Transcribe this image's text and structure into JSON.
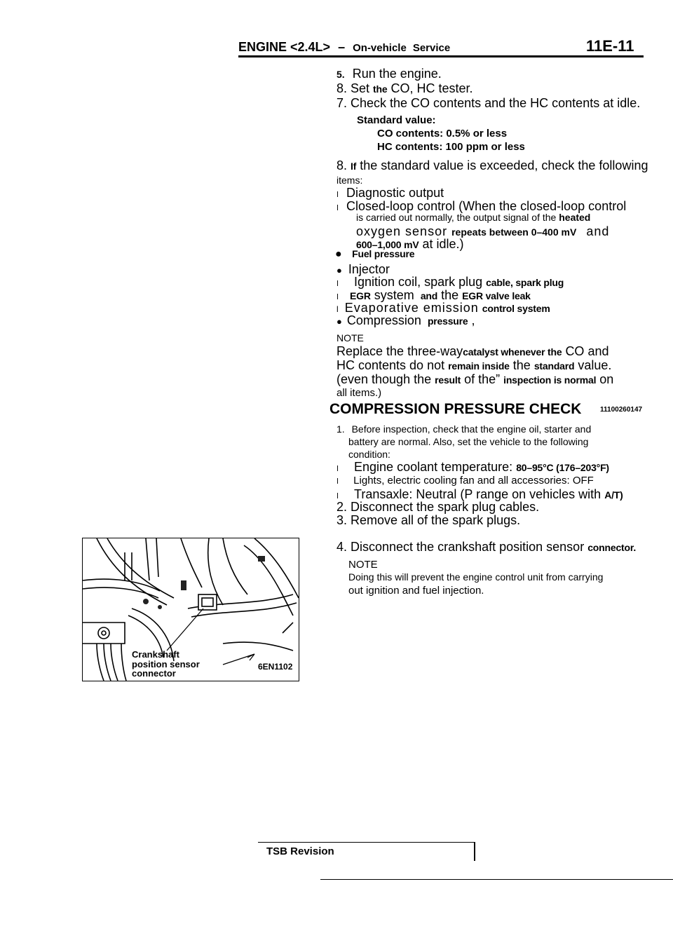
{
  "header": {
    "title_left": "ENGINE <2.4L>",
    "dash": "–",
    "title_mid": "On-vehicle",
    "title_bold": "Service",
    "page_number": "11E-11"
  },
  "steps_top": {
    "s5_num": "5.",
    "s5_text": "Run the engine.",
    "s6_pre": "8. Set",
    "s6_the": "the",
    "s6_post": "CO, HC tester.",
    "s7": "7. Check the CO contents and the HC contents at idle.",
    "std_label": "Standard value:",
    "std_co": "CO contents: 0.5% or less",
    "std_hc": "HC contents: 100 ppm or less",
    "s8_num": "8.",
    "s8_if": "If",
    "s8_text": "the standard value is exceeded, check the following",
    "s8_items": "items:"
  },
  "check_items": {
    "i1": "Diagnostic output",
    "i2": "Closed-loop control (When the closed-loop control",
    "i2b_pre": "is carried out normally, the output signal of the",
    "i2b_bold": "heated",
    "i2c_pre": "oxygen sensor",
    "i2c_bold": "repeats between 0–400 mV",
    "i2c_post": "and",
    "i2d_bold": "600–1,000 mV",
    "i2d_post": "at idle.)",
    "i3": "Fuel pressure",
    "i4": "Injector",
    "i5_pre": "Ignition coil, spark plug",
    "i5_bold": "cable, spark plug",
    "i6_egr": "EGR",
    "i6_mid": "system",
    "i6_and": "and",
    "i6_the": "the",
    "i6_bold": "EGR valve leak",
    "i7_pre": "Evaporative emission",
    "i7_bold": "control system",
    "i8_pre": "Compression",
    "i8_bold": "pressure",
    "i8_post": ","
  },
  "note1": {
    "label": "NOTE",
    "l1_pre": "Replace the three-way",
    "l1_bold": "catalyst whenever the",
    "l1_post": "CO and",
    "l2_pre": "HC contents do not",
    "l2_bold1": "remain inside",
    "l2_mid": "the",
    "l2_bold2": "standard",
    "l2_post": "value.",
    "l3_pre": "(even though the",
    "l3_bold1": "result",
    "l3_mid": "of the”",
    "l3_bold2": "inspection is normal",
    "l3_post": "on",
    "l4": "all items.)"
  },
  "compression": {
    "heading_bold": "COMPRESSION",
    "heading_rest": "PRESSURE CHECK",
    "code": "11100260147",
    "p1_num": "1.",
    "p1_l1": "Before inspection, check that the engine oil, starter and",
    "p1_l2": "battery are normal. Also, set the vehicle to the following",
    "p1_l3": "condition:",
    "c1_pre": "Engine coolant temperature:",
    "c1_bold": "80–95°C (176–203°F)",
    "c2": "Lights, electric cooling fan and all accessories: OFF",
    "c3_pre": "Transaxle: Neutral (P range on vehicles with",
    "c3_bold": "A/T)",
    "p2": "2. Disconnect the spark plug cables.",
    "p3": "3. Remove all of the spark plugs.",
    "p4_pre": "4. Disconnect the crankshaft position sensor",
    "p4_bold": "connector.",
    "note_label": "NOTE",
    "note_l1": "Doing this will prevent the engine control unit from carrying",
    "note_l2": "out ignition and fuel injection."
  },
  "figure": {
    "label_l1": "Crankshaft",
    "label_l2": "position sensor",
    "label_l3": "connector",
    "code": "6EN1102"
  },
  "footer": {
    "tsb": "TSB Revision"
  }
}
